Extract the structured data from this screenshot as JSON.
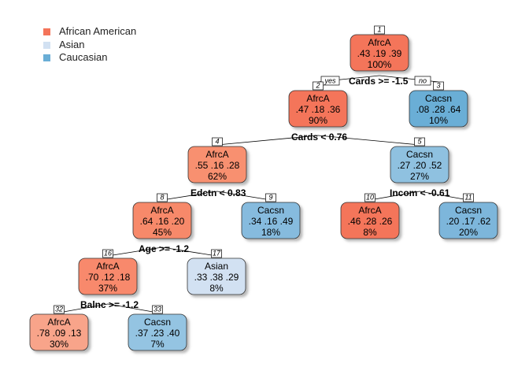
{
  "legend": [
    {
      "label": "African American",
      "color": "#f4745a"
    },
    {
      "label": "Asian",
      "color": "#d2e1f2"
    },
    {
      "label": "Caucasian",
      "color": "#6aaed6"
    }
  ],
  "nodes": {
    "n1": {
      "id": "1",
      "cls": "AfrcA",
      "probs": ".43 .19 .39",
      "pct": "100%"
    },
    "n2": {
      "id": "2",
      "cls": "AfrcA",
      "probs": ".47 .18 .36",
      "pct": "90%"
    },
    "n3": {
      "id": "3",
      "cls": "Cacsn",
      "probs": ".08 .28 .64",
      "pct": "10%"
    },
    "n4": {
      "id": "4",
      "cls": "AfrcA",
      "probs": ".55 .16 .28",
      "pct": "62%"
    },
    "n5": {
      "id": "5",
      "cls": "Cacsn",
      "probs": ".27 .20 .52",
      "pct": "27%"
    },
    "n8": {
      "id": "8",
      "cls": "AfrcA",
      "probs": ".64 .16 .20",
      "pct": "45%"
    },
    "n9": {
      "id": "9",
      "cls": "Cacsn",
      "probs": ".34 .16 .49",
      "pct": "18%"
    },
    "n10": {
      "id": "10",
      "cls": "AfrcA",
      "probs": ".46 .28 .26",
      "pct": "8%"
    },
    "n11": {
      "id": "11",
      "cls": "Cacsn",
      "probs": ".20 .17 .62",
      "pct": "20%"
    },
    "n16": {
      "id": "16",
      "cls": "AfrcA",
      "probs": ".70 .12 .18",
      "pct": "37%"
    },
    "n17": {
      "id": "17",
      "cls": "Asian",
      "probs": ".33 .38 .29",
      "pct": "8%"
    },
    "n32": {
      "id": "32",
      "cls": "AfrcA",
      "probs": ".78 .09 .13",
      "pct": "30%"
    },
    "n33": {
      "id": "33",
      "cls": "Cacsn",
      "probs": ".37 .23 .40",
      "pct": "7%"
    }
  },
  "splits": {
    "s1": "Cards >= -1.5",
    "s2": "Cards < 0.76",
    "s4": "Edctn < 0.83",
    "s5": "Incom < -0.61",
    "s8": "Age >= -1.2",
    "s16": "Balnc >= -1.2"
  },
  "branch_labels": {
    "yes": "yes",
    "no": "no"
  }
}
